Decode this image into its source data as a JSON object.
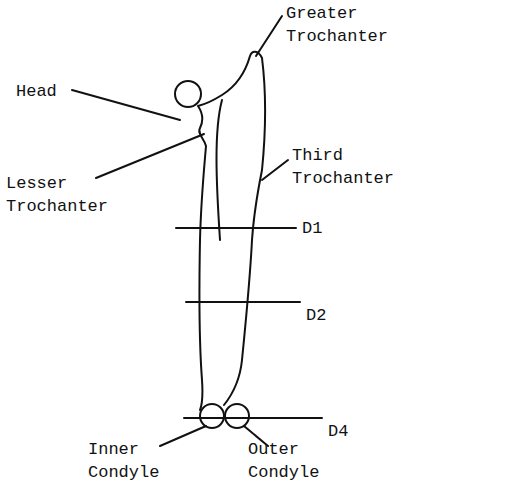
{
  "diagram": {
    "labels": [
      "Head",
      "Greater Trochanter",
      "Lesser Trochanter",
      "Third Trochanter",
      "D1",
      "D2",
      "D4",
      "Inner Condyle",
      "Outer Condyle"
    ]
  }
}
